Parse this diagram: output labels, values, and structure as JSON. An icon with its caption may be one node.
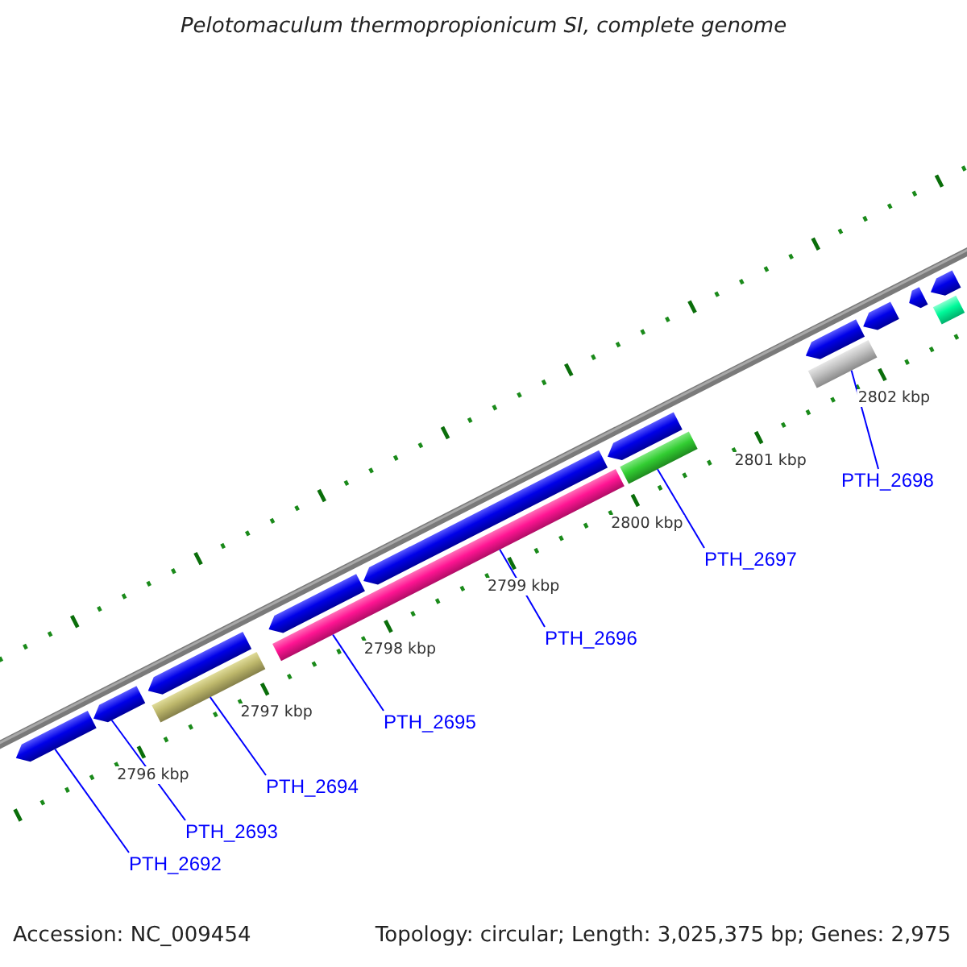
{
  "diagram": {
    "title": "Pelotomaculum thermopropionicum SI, complete genome",
    "nodes": [
      {
        "text": [],
        "shape": "bar"
      },
      {
        "text": [],
        "shape": "bar"
      },
      {
        "text": [],
        "shape": "bar"
      },
      {
        "text": [],
        "shape": "bar"
      },
      {
        "text": [],
        "shape": "bar"
      },
      {
        "text": [],
        "shape": "bar"
      },
      {
        "text": [],
        "shape": "bar"
      },
      {
        "text": [],
        "shape": "bar"
      },
      {
        "text": [],
        "shape": "bar"
      },
      {
        "text": [],
        "shape": "bar"
      },
      {
        "text": [],
        "shape": "bar"
      },
      {
        "text": [],
        "shape": "bar"
      },
      {
        "text": [],
        "shape": "bar"
      },
      {
        "text": [],
        "shape": "bar"
      },
      {
        "text": [],
        "shape": "bar"
      },
      {
        "text": [
          "PTH_2692"
        ]
      },
      {
        "text": [
          "PTH_2693"
        ]
      },
      {
        "text": [
          "PTH_2694"
        ]
      },
      {
        "text": [
          "PTH_2695"
        ]
      },
      {
        "text": [
          "PTH_2696"
        ]
      },
      {
        "text": [
          "PTH_2697"
        ]
      },
      {
        "text": [
          "PTH_2698"
        ]
      }
    ],
    "edges": [
      {
        "from": 15,
        "to": 0,
        "arrow": "none"
      },
      {
        "from": 16,
        "to": 1,
        "arrow": "none"
      },
      {
        "from": 17,
        "to": 2,
        "arrow": "none"
      },
      {
        "from": 18,
        "to": 4,
        "arrow": "none"
      },
      {
        "from": 19,
        "to": 4,
        "arrow": "none"
      },
      {
        "from": 20,
        "to": 7,
        "arrow": "none"
      },
      {
        "from": 21,
        "to": 9,
        "arrow": "none"
      }
    ],
    "labels": [
      "2796 kbp",
      "2797 kbp",
      "2798 kbp",
      "2799 kbp",
      "2800 kbp",
      "2801 kbp",
      "2802 kbp",
      "Accession: NC_009454",
      "Topology: circular; Length: 3,025,375 bp; Genes: 2,975"
    ]
  }
}
